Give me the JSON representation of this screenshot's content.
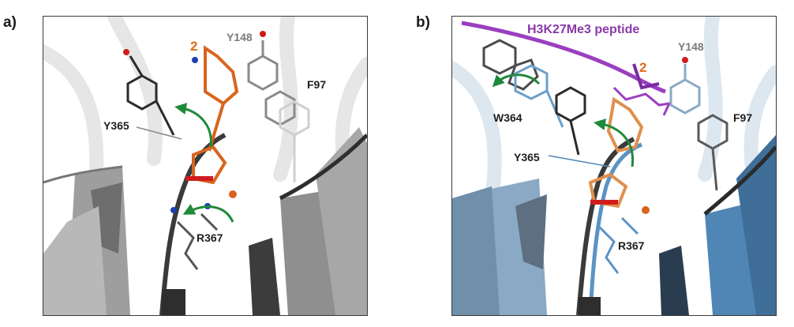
{
  "panels": [
    {
      "letter": "a)",
      "labels": {
        "compound": "2",
        "y148": "Y148",
        "f97": "F97",
        "y365": "Y365",
        "r367": "R367"
      }
    },
    {
      "letter": "b)",
      "labels": {
        "peptide": "H3K27Me3 peptide",
        "compound": "2",
        "y148": "Y148",
        "f97": "F97",
        "w364": "W364",
        "y365": "Y365",
        "r367": "R367"
      }
    }
  ],
  "colors": {
    "compound": "#d9641e",
    "peptide": "#9a3fc0",
    "arrow": "#1f8a3a",
    "apo_protein": "#7a7a7a",
    "holo_protein": "#4f86b5",
    "oxygen": "#d01c1c",
    "nitrogen": "#1c3fb0"
  }
}
